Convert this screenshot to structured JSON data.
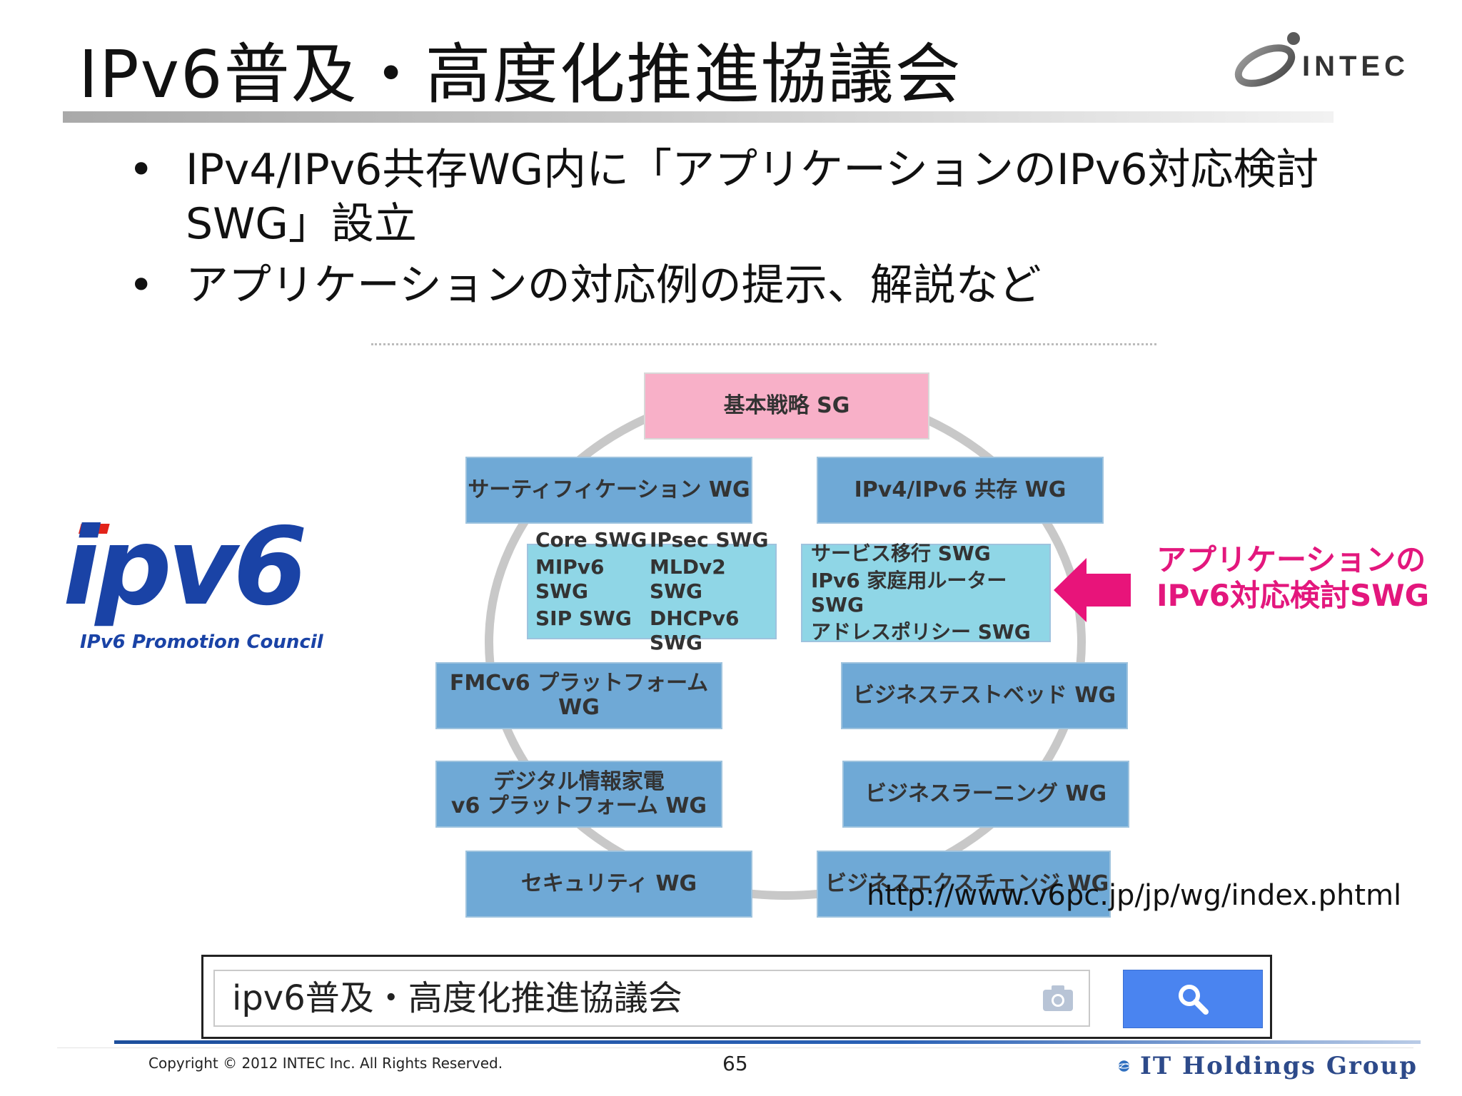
{
  "header": {
    "title": "IPv6普及・高度化推進協議会",
    "company_logo_text": "INTEC"
  },
  "bullets": [
    "IPv4/IPv6共存WG内に「アプリケーションのIPv6対応検討SWG」設立",
    "アプリケーションの対応例の提示、解説など"
  ],
  "ipv6_logo": {
    "wordmark": "ipv6",
    "tagline": "IPv6 Promotion Council"
  },
  "org_chart": {
    "sg": "基本戦略 SG",
    "wg_certification": "サーティフィケーション WG",
    "wg_coexist": "IPv4/IPv6 共存 WG",
    "swg_left": [
      "Core SWG",
      "IPsec SWG",
      "MIPv6 SWG",
      "MLDv2 SWG",
      "SIP SWG",
      "DHCPv6 SWG"
    ],
    "swg_right": [
      "サービス移行 SWG",
      "IPv6 家庭用ルーター SWG",
      "アドレスポリシー SWG"
    ],
    "wg_fmc": "FMCv6 プラットフォーム WG",
    "wg_testbed": "ビジネステストベッド WG",
    "wg_digital_1": "デジタル情報家電",
    "wg_digital_2": "v6 プラットフォーム WG",
    "wg_learning": "ビジネスラーニング WG",
    "wg_security": "セキュリティ WG",
    "wg_exchange": "ビジネスエクスチェンジ WG"
  },
  "callout": {
    "line1": "アプリケーションの",
    "line2": "IPv6対応検討SWG",
    "color": "#e3177d"
  },
  "source_url": "http://www.v6pc.jp/jp/wg/index.phtml",
  "search": {
    "query": "ipv6普及・高度化推進協議会",
    "camera_icon": "camera-icon",
    "search_icon": "search-icon",
    "button_color": "#4a84f0"
  },
  "footer": {
    "copyright": "Copyright © 2012 INTEC Inc. All Rights Reserved.",
    "page_number": "65",
    "group_name": "IT Holdings Group"
  }
}
